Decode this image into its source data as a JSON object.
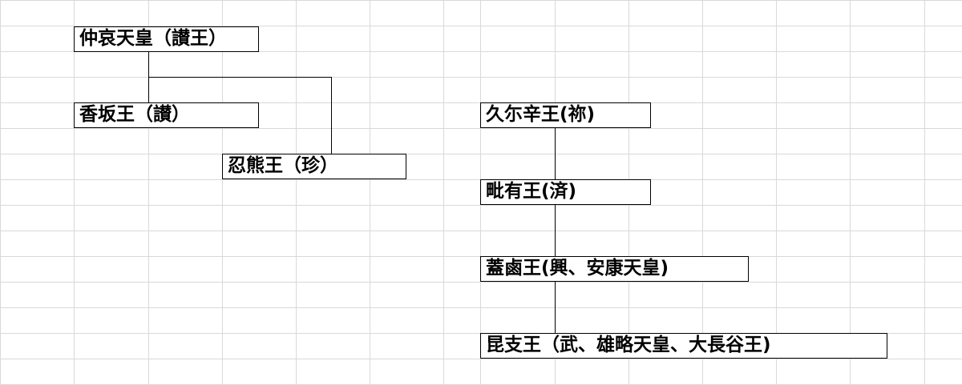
{
  "colors": {
    "gridline": "#d9d9d9",
    "border": "#000000",
    "text": "#000000",
    "background": "#ffffff"
  },
  "nodes": {
    "chuai": "仲哀天皇（讃王）",
    "kago": "香坂王（讃）",
    "oshikuma": "忍熊王（珍）",
    "kuniko": "久尓辛王(祢)",
    "biyu": "毗有王(済)",
    "gairo": "蓋鹵王(興、安康天皇)",
    "konshi": "昆支王（武、雄略天皇、大長谷王)"
  }
}
